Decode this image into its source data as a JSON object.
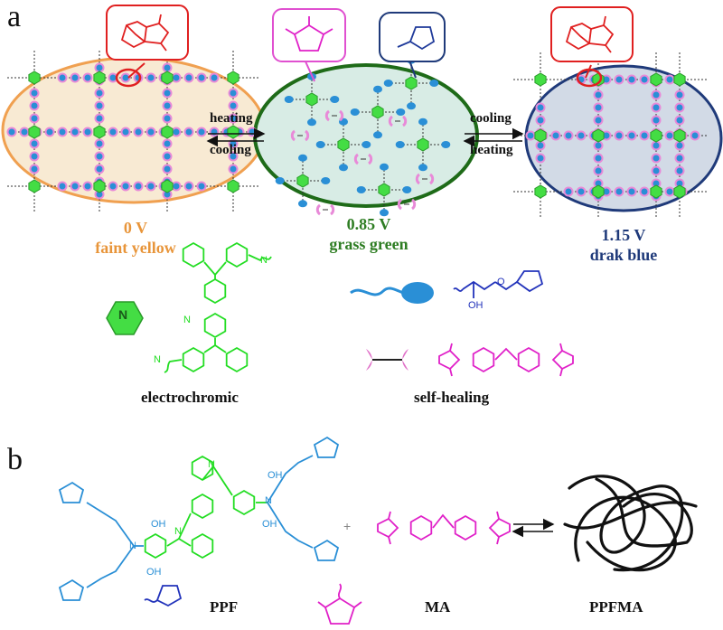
{
  "panels": {
    "a": "a",
    "b": "b"
  },
  "arrows": {
    "left_top": "heating",
    "left_bottom": "cooling",
    "right_top": "cooling",
    "right_bottom": "heating"
  },
  "states": [
    {
      "voltage": "0 V",
      "color_name": "faint yellow",
      "text_color": "#e8953a",
      "fill": "#f8ead3",
      "stroke": "#f0a050"
    },
    {
      "voltage": "0.85 V",
      "color_name": "grass green",
      "text_color": "#2e7d23",
      "fill": "#d8ece5",
      "stroke": "#1e6b18"
    },
    {
      "voltage": "1.15 V",
      "color_name": "drak blue",
      "text_color": "#1f3a7a",
      "fill": "#d2dae6",
      "stroke": "#1f3a7a"
    }
  ],
  "legend": {
    "node_letter": "N",
    "electrochromic": "electrochromic",
    "self_healing": "self-healing"
  },
  "atoms": {
    "N": "N",
    "O": "O",
    "OH": "OH",
    "plus": "+"
  },
  "molecules": {
    "ppf": "PPF",
    "ma": "MA",
    "ppfma": "PPFMA"
  },
  "colors": {
    "green": "#22dd22",
    "blue": "#2a8fd6",
    "navy": "#2233bb",
    "magenta": "#e020c8",
    "red": "#e02020",
    "pink": "#e88ad8"
  }
}
